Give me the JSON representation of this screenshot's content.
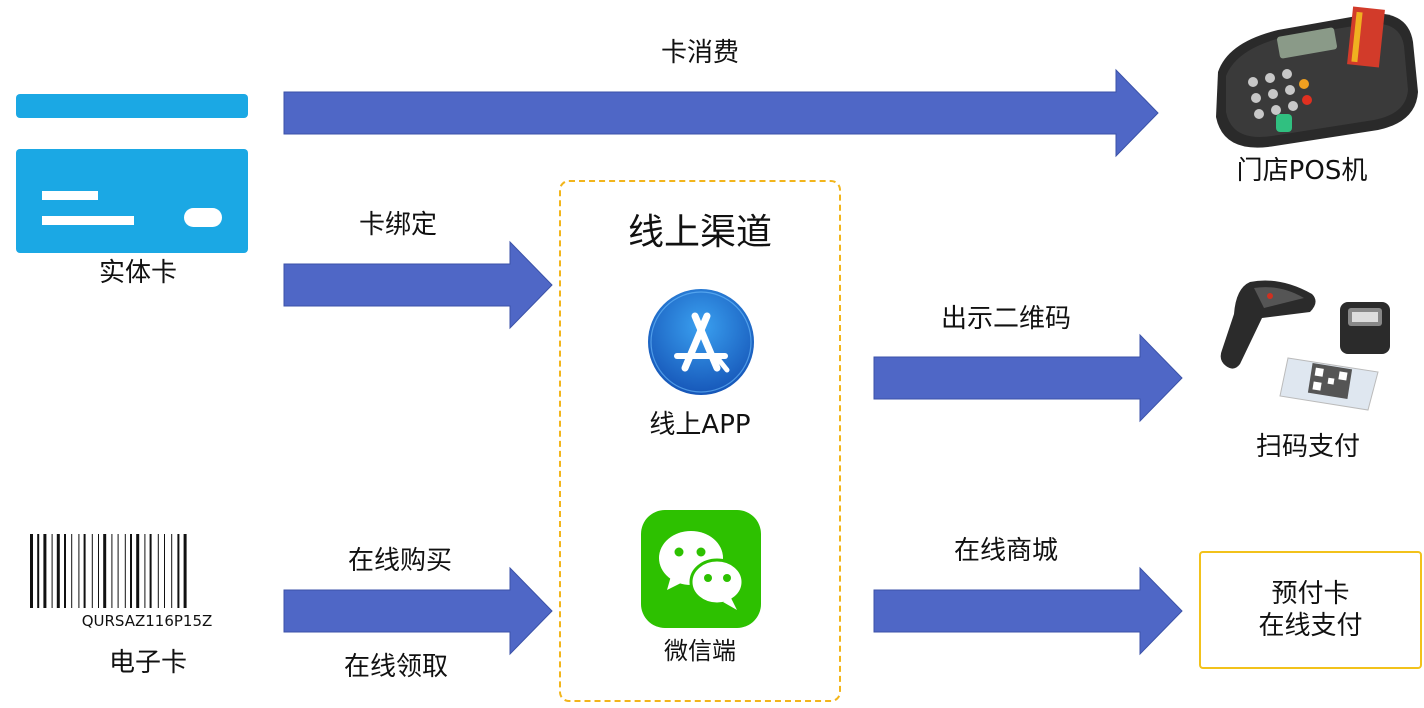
{
  "colors": {
    "arrow": "#4f67c6",
    "arrow_edge": "#3b52a8",
    "panel_border": "#f2b51b",
    "result_border": "#f2c21b",
    "card_blue": "#1ba8e4",
    "appstore_blue": "#1d72d6",
    "wechat_green": "#2dc100"
  },
  "sources": {
    "physical_card": {
      "label": "实体卡",
      "icon": "credit-card-icon"
    },
    "e_card": {
      "label": "电子卡",
      "barcode_text": "QURSAZ116P15Z",
      "icon": "barcode-icon"
    }
  },
  "arrows": {
    "card_consume": {
      "label": "卡消费"
    },
    "card_bind": {
      "label": "卡绑定"
    },
    "buy_online": {
      "label": "在线购买",
      "label2": "在线领取"
    },
    "show_qr": {
      "label": "出示二维码"
    },
    "online_mall": {
      "label": "在线商城"
    }
  },
  "channel": {
    "title": "线上渠道",
    "app": {
      "label": "线上APP",
      "icon": "app-store-icon"
    },
    "wechat": {
      "label": "微信端",
      "icon": "wechat-icon"
    }
  },
  "targets": {
    "pos": {
      "label": "门店POS机",
      "icon": "pos-terminal-icon"
    },
    "scan": {
      "label": "扫码支付",
      "icon": "barcode-scanner-icon"
    },
    "prepaid": {
      "line1": "预付卡",
      "line2": "在线支付"
    }
  }
}
